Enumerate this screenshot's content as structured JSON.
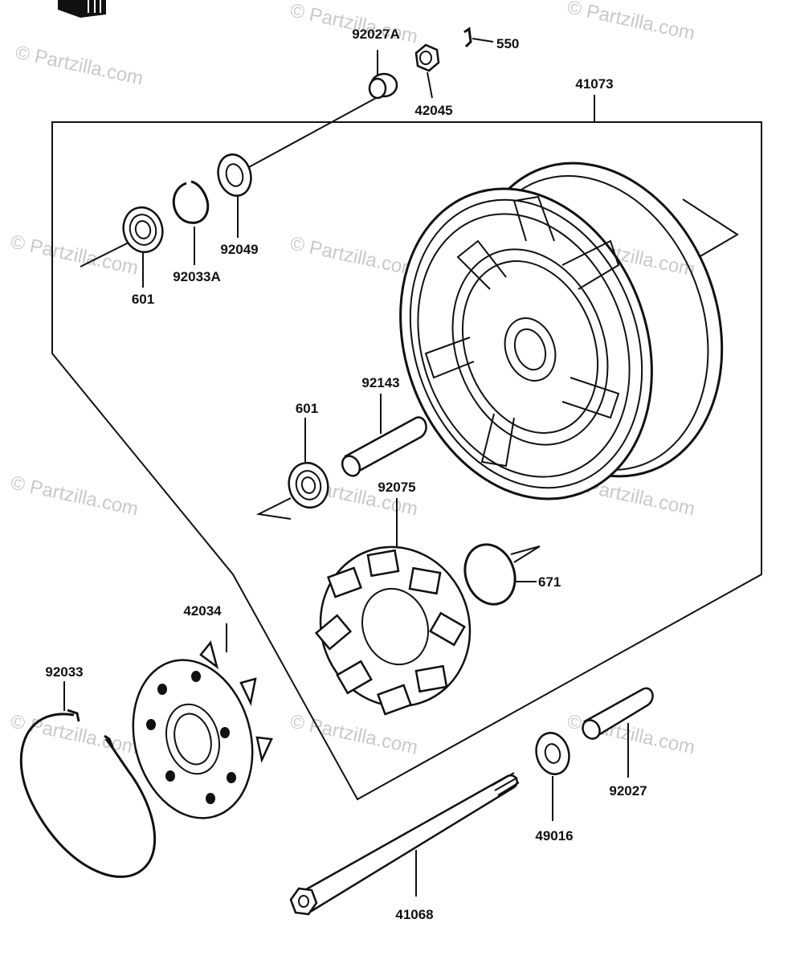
{
  "watermark": "© Partzilla.com",
  "parts": [
    {
      "id": "p-92027A",
      "label": "92027A"
    },
    {
      "id": "p-550",
      "label": "550"
    },
    {
      "id": "p-42045",
      "label": "42045"
    },
    {
      "id": "p-41073",
      "label": "41073"
    },
    {
      "id": "p-92049",
      "label": "92049"
    },
    {
      "id": "p-92033A",
      "label": "92033A"
    },
    {
      "id": "p-601a",
      "label": "601"
    },
    {
      "id": "p-92143",
      "label": "92143"
    },
    {
      "id": "p-601b",
      "label": "601"
    },
    {
      "id": "p-92075",
      "label": "92075"
    },
    {
      "id": "p-671",
      "label": "671"
    },
    {
      "id": "p-42034",
      "label": "42034"
    },
    {
      "id": "p-92033",
      "label": "92033"
    },
    {
      "id": "p-92027",
      "label": "92027"
    },
    {
      "id": "p-49016",
      "label": "49016"
    },
    {
      "id": "p-41068",
      "label": "41068"
    }
  ]
}
